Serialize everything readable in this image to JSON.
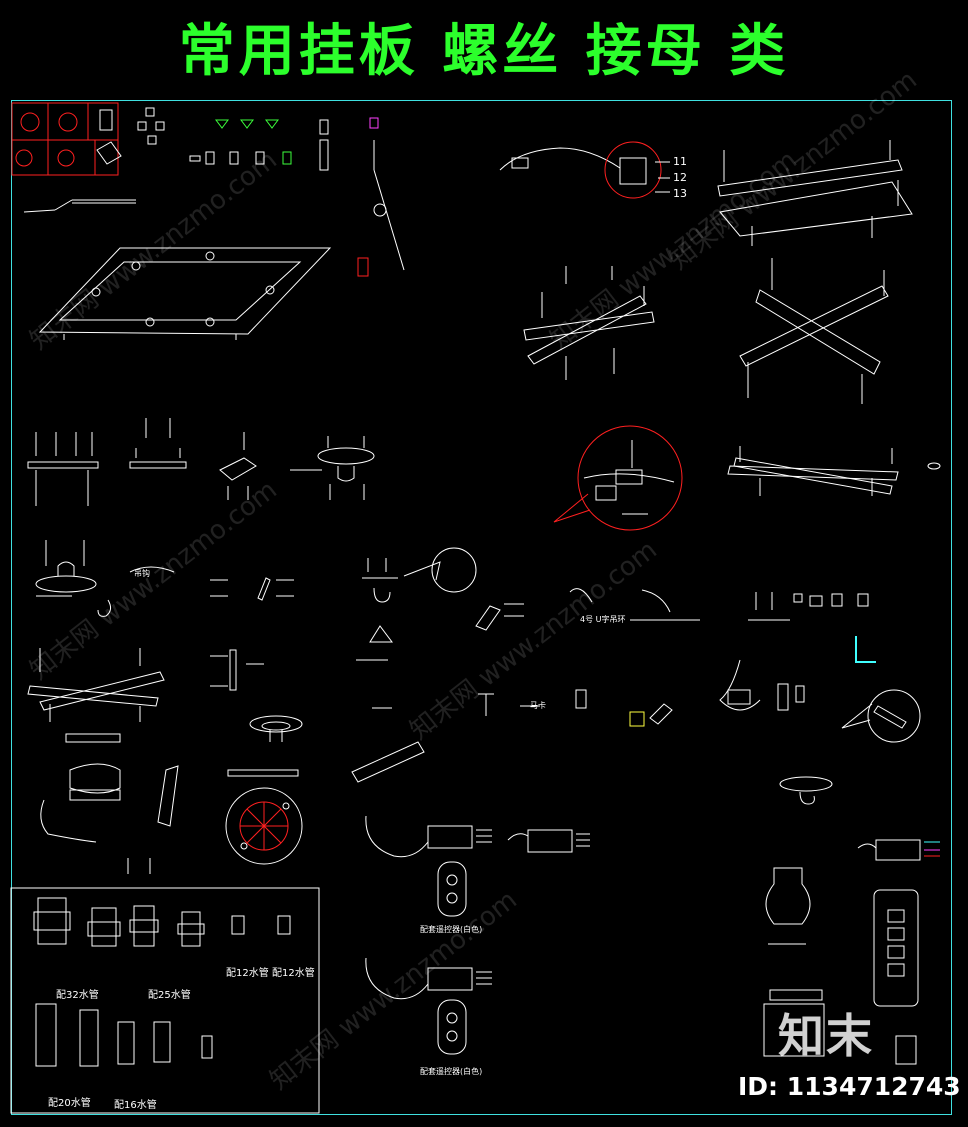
{
  "header": {
    "title": "常用挂板  螺丝  接母  类",
    "title_color": "#2cff2c"
  },
  "colors": {
    "frame": "#3fe0e0",
    "line": "#ffffff",
    "red": "#ff2020",
    "green": "#3cff3c",
    "cyan": "#40ffff",
    "yellow": "#ffff40",
    "magenta": "#ff40ff"
  },
  "callout_numbers": [
    "11",
    "12",
    "13"
  ],
  "labels": {
    "hook_label": "吊钩",
    "ring_label": "4号 U字吊环",
    "horse_clip": "马卡",
    "remote_white_1": "配套遥控器(白色)",
    "remote_white_2": "配套遥控器(白色)",
    "pipe_32": "配32水管",
    "pipe_25": "配25水管",
    "pipe_20": "配20水管",
    "pipe_16": "配16水管",
    "pipe_12a": "配12水管",
    "pipe_12b": "配12水管"
  },
  "watermark": {
    "brand": "知末",
    "id": "ID: 1134712743",
    "repeat_text": "知末网 www.znzmo.com"
  }
}
